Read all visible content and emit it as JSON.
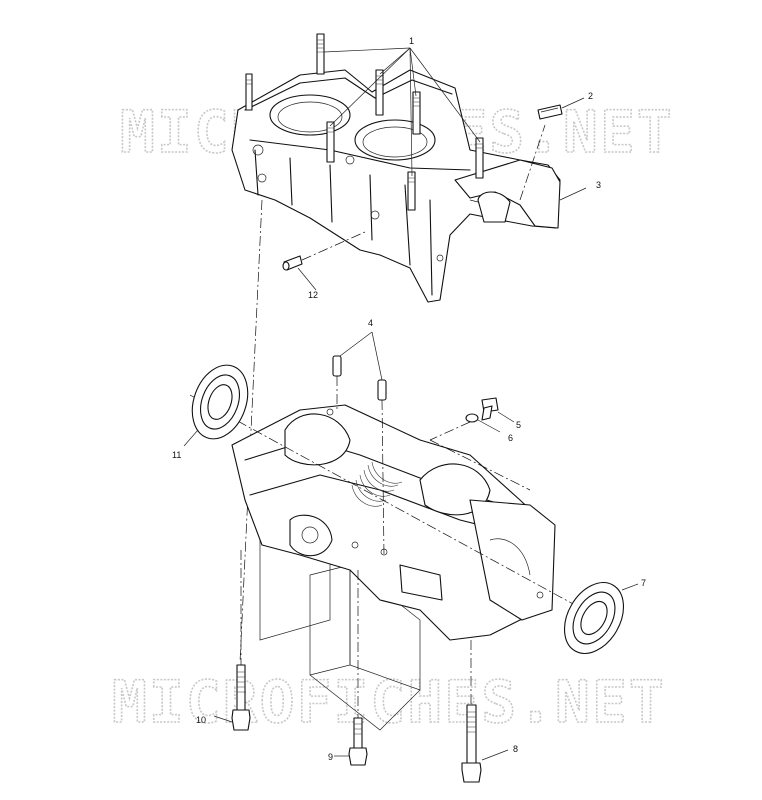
{
  "watermark": {
    "top_text": "MICROFICHES.NET",
    "bottom_text": "MICROFICHES.NET"
  },
  "callouts": {
    "c1": "1",
    "c2": "2",
    "c3": "3",
    "c4": "4",
    "c5": "5",
    "c6": "6",
    "c7": "7",
    "c8": "8",
    "c9": "9",
    "c10": "10",
    "c11": "11",
    "c12": "12"
  }
}
